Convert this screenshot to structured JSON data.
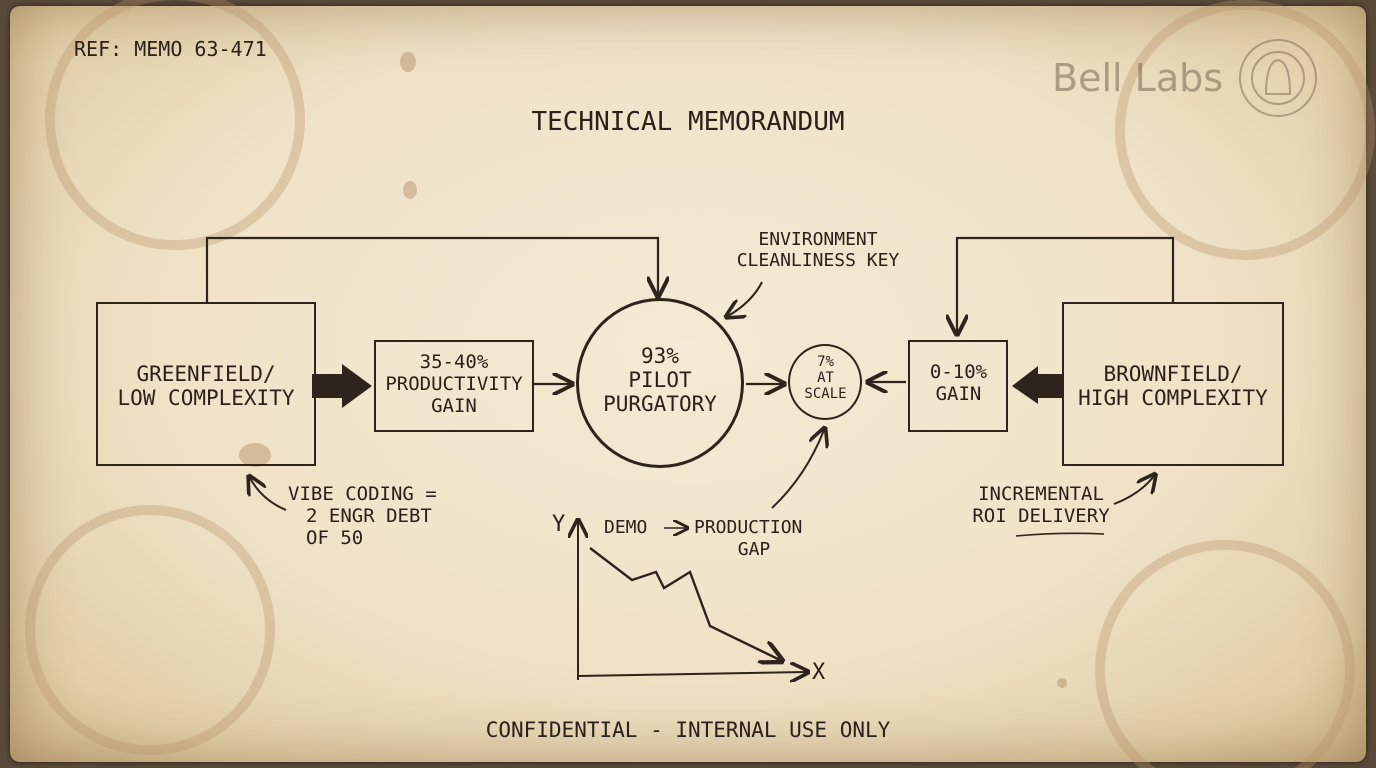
{
  "ref": "REF: MEMO 63-471",
  "title": "TECHNICAL MEMORANDUM",
  "logo": {
    "text": "Bell Labs"
  },
  "greenfield": {
    "line1": "GREENFIELD/",
    "line2": "LOW COMPLEXITY"
  },
  "productivity": {
    "line1": "35-40%",
    "line2": "PRODUCTIVITY",
    "line3": "GAIN"
  },
  "pilot": {
    "line1": "93%",
    "line2": "PILOT",
    "line3": "PURGATORY"
  },
  "scale": {
    "line1": "7%",
    "line2": "AT",
    "line3": "SCALE"
  },
  "gain": {
    "line1": "0-10%",
    "line2": "GAIN"
  },
  "brownfield": {
    "line1": "BROWNFIELD/",
    "line2": "HIGH COMPLEXITY"
  },
  "environment": {
    "line1": "ENVIRONMENT",
    "line2": "CLEANLINESS KEY"
  },
  "vibe": {
    "line1": "VIBE CODING =",
    "line2": "2 ENGR DEBT",
    "line3": "OF 50"
  },
  "incremental": {
    "line1": "INCREMENTAL",
    "line2": "ROI DELIVERY"
  },
  "graph": {
    "y_label": "Y",
    "x_label": "X",
    "caption_part1": "DEMO",
    "caption_part2": "PRODUCTION",
    "caption_line2": "GAP"
  },
  "footer": "CONFIDENTIAL - INTERNAL USE ONLY",
  "colors": {
    "ink": "#2b211a",
    "paper": "#efe2c6",
    "stain": "#b8926a"
  }
}
